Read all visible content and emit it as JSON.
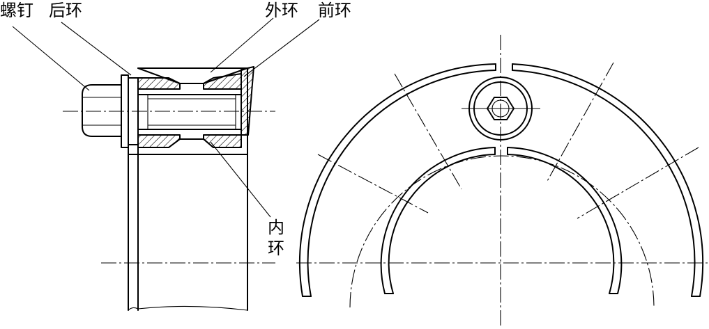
{
  "labels": {
    "screw": "螺钉",
    "rear_ring": "后环",
    "outer_ring": "外环",
    "front_ring": "前环",
    "inner_ring": "内环"
  }
}
